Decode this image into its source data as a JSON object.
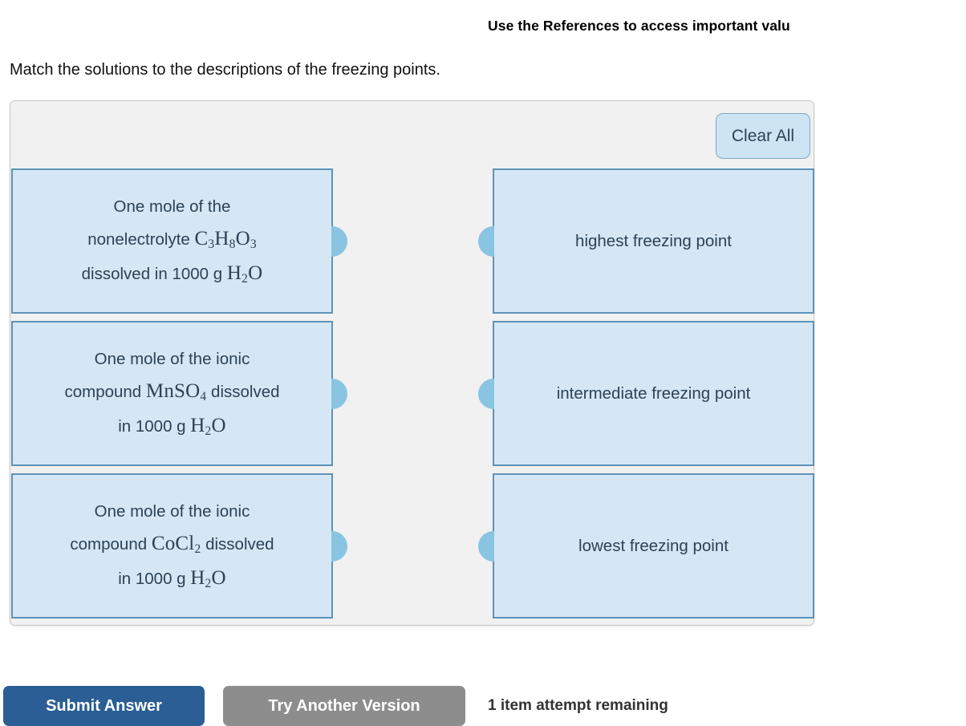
{
  "header": {
    "reference_note": "Use the References to access important valu"
  },
  "prompt": {
    "text": "Match the solutions to the descriptions of the freezing points."
  },
  "panel": {
    "clear_all_label": "Clear All",
    "left_column": [
      {
        "id": "solution-glycerol",
        "line1": "One mole of the",
        "line2_pre": "nonelectrolyte ",
        "formula_a": "C3H8O3",
        "line3_pre": "dissolved in 1000 g ",
        "formula_b": "H2O"
      },
      {
        "id": "solution-mnso4",
        "line1": "One mole of the ionic",
        "line2_pre": "compound ",
        "formula_a": "MnSO4",
        "line2_post": " dissolved",
        "line3_pre": "in 1000 g ",
        "formula_b": "H2O"
      },
      {
        "id": "solution-cocl2",
        "line1": "One mole of the ionic",
        "line2_pre": "compound ",
        "formula_a": "CoCl2",
        "line2_post": " dissolved",
        "line3_pre": "in 1000 g ",
        "formula_b": "H2O"
      }
    ],
    "right_column": [
      {
        "id": "highest-freezing-point",
        "label": "highest freezing point"
      },
      {
        "id": "intermediate-freezing-point",
        "label": "intermediate freezing point"
      },
      {
        "id": "lowest-freezing-point",
        "label": "lowest freezing point"
      }
    ]
  },
  "actions": {
    "submit_label": "Submit Answer",
    "try_another_label": "Try Another Version",
    "attempt_text": "1 item attempt remaining"
  },
  "colors": {
    "card_fill": "#d5e7f4",
    "card_border": "#5d92b7",
    "card_text": "#2b4257",
    "knob": "#89c4e2",
    "panel_bg": "#f1f1f1",
    "submit_blue": "#2a5e95",
    "try_another_gray": "#8d8d8d"
  }
}
